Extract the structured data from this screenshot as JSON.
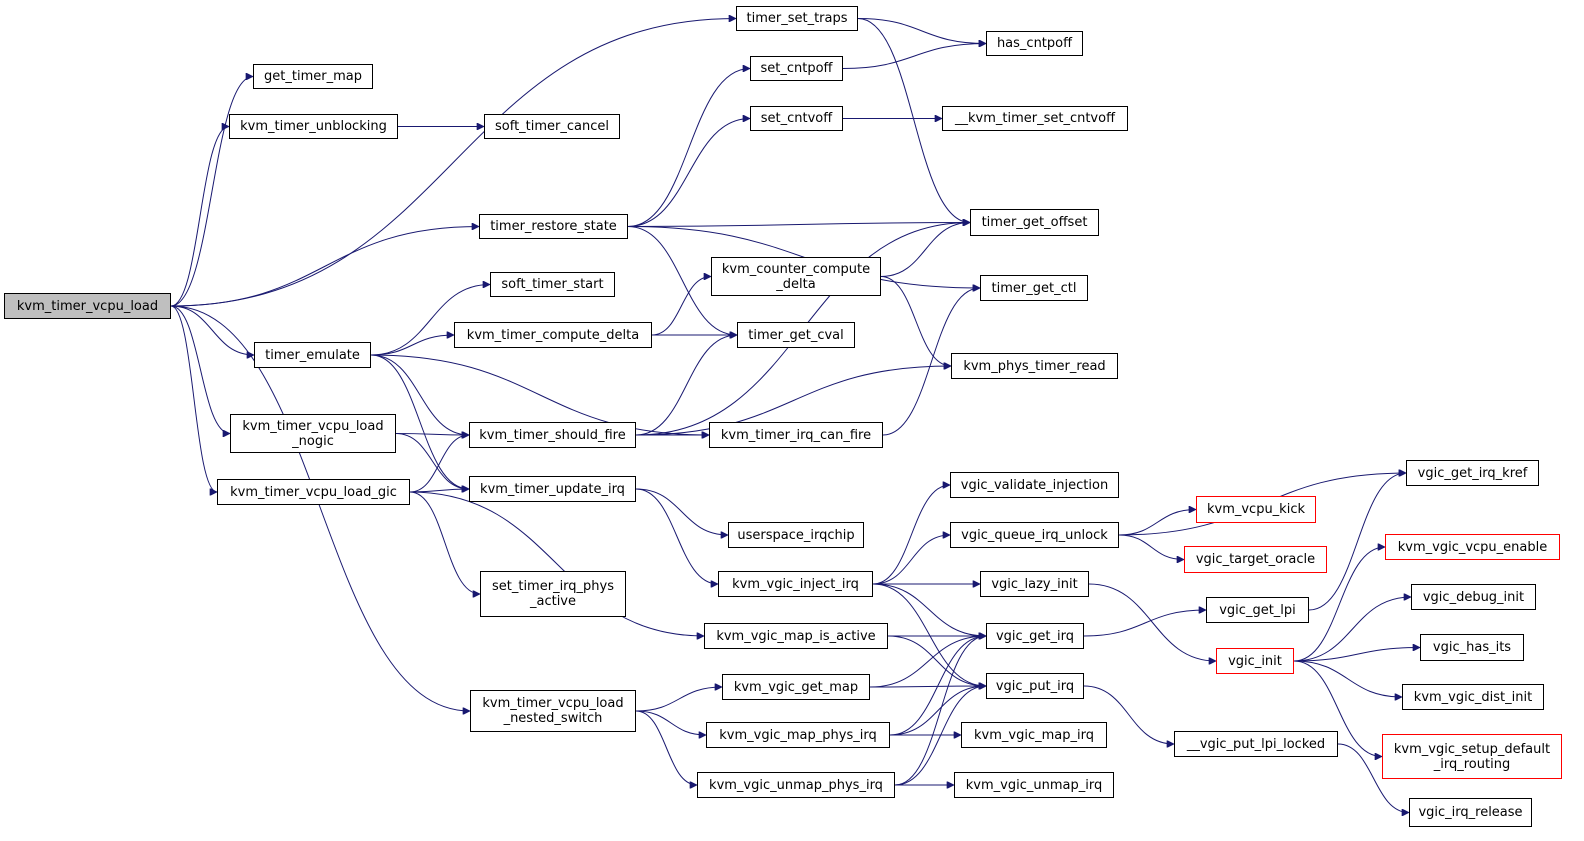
{
  "colors": {
    "edge": "#191970",
    "root_fill": "#bfbfbf",
    "truncated_border": "#ff0000",
    "node_border": "#000000"
  },
  "nodes": {
    "kvm_timer_vcpu_load": {
      "label": "kvm_timer_vcpu_load",
      "role": "root"
    },
    "get_timer_map": {
      "label": "get_timer_map"
    },
    "kvm_timer_unblocking": {
      "label": "kvm_timer_unblocking"
    },
    "soft_timer_cancel": {
      "label": "soft_timer_cancel"
    },
    "timer_set_traps": {
      "label": "timer_set_traps"
    },
    "has_cntpoff": {
      "label": "has_cntpoff"
    },
    "set_cntpoff": {
      "label": "set_cntpoff"
    },
    "set_cntvoff": {
      "label": "set_cntvoff"
    },
    "__kvm_timer_set_cntvoff": {
      "label": "__kvm_timer_set_cntvoff"
    },
    "timer_restore_state": {
      "label": "timer_restore_state"
    },
    "timer_get_offset": {
      "label": "timer_get_offset"
    },
    "kvm_counter_compute_delta": {
      "label": "kvm_counter_compute\n_delta"
    },
    "timer_get_ctl": {
      "label": "timer_get_ctl"
    },
    "soft_timer_start": {
      "label": "soft_timer_start"
    },
    "timer_emulate": {
      "label": "timer_emulate"
    },
    "kvm_timer_compute_delta": {
      "label": "kvm_timer_compute_delta"
    },
    "timer_get_cval": {
      "label": "timer_get_cval"
    },
    "kvm_phys_timer_read": {
      "label": "kvm_phys_timer_read"
    },
    "kvm_timer_vcpu_load_nogic": {
      "label": "kvm_timer_vcpu_load\n_nogic"
    },
    "kvm_timer_should_fire": {
      "label": "kvm_timer_should_fire"
    },
    "kvm_timer_irq_can_fire": {
      "label": "kvm_timer_irq_can_fire"
    },
    "kvm_timer_vcpu_load_gic": {
      "label": "kvm_timer_vcpu_load_gic"
    },
    "kvm_timer_update_irq": {
      "label": "kvm_timer_update_irq"
    },
    "vgic_validate_injection": {
      "label": "vgic_validate_injection"
    },
    "vgic_get_irq_kref": {
      "label": "vgic_get_irq_kref"
    },
    "userspace_irqchip": {
      "label": "userspace_irqchip"
    },
    "kvm_vcpu_kick": {
      "label": "kvm_vcpu_kick",
      "truncated": true
    },
    "vgic_queue_irq_unlock": {
      "label": "vgic_queue_irq_unlock"
    },
    "vgic_target_oracle": {
      "label": "vgic_target_oracle",
      "truncated": true
    },
    "kvm_vgic_vcpu_enable": {
      "label": "kvm_vgic_vcpu_enable",
      "truncated": true
    },
    "kvm_vgic_inject_irq": {
      "label": "kvm_vgic_inject_irq"
    },
    "vgic_lazy_init": {
      "label": "vgic_lazy_init"
    },
    "set_timer_irq_phys_active": {
      "label": "set_timer_irq_phys\n_active"
    },
    "vgic_debug_init": {
      "label": "vgic_debug_init"
    },
    "vgic_get_lpi": {
      "label": "vgic_get_lpi"
    },
    "kvm_vgic_map_is_active": {
      "label": "kvm_vgic_map_is_active"
    },
    "vgic_get_irq": {
      "label": "vgic_get_irq"
    },
    "vgic_has_its": {
      "label": "vgic_has_its"
    },
    "vgic_init": {
      "label": "vgic_init",
      "truncated": true
    },
    "kvm_vgic_get_map": {
      "label": "kvm_vgic_get_map"
    },
    "vgic_put_irq": {
      "label": "vgic_put_irq"
    },
    "kvm_vgic_dist_init": {
      "label": "kvm_vgic_dist_init"
    },
    "kvm_timer_vcpu_load_nested_switch": {
      "label": "kvm_timer_vcpu_load\n_nested_switch"
    },
    "kvm_vgic_map_phys_irq": {
      "label": "kvm_vgic_map_phys_irq"
    },
    "kvm_vgic_map_irq": {
      "label": "kvm_vgic_map_irq"
    },
    "__vgic_put_lpi_locked": {
      "label": "__vgic_put_lpi_locked"
    },
    "kvm_vgic_setup_default_irq_routing": {
      "label": "kvm_vgic_setup_default\n_irq_routing",
      "truncated": true
    },
    "kvm_vgic_unmap_phys_irq": {
      "label": "kvm_vgic_unmap_phys_irq"
    },
    "kvm_vgic_unmap_irq": {
      "label": "kvm_vgic_unmap_irq"
    },
    "vgic_irq_release": {
      "label": "vgic_irq_release"
    }
  },
  "edges": [
    [
      "kvm_timer_vcpu_load",
      "get_timer_map"
    ],
    [
      "kvm_timer_vcpu_load",
      "kvm_timer_unblocking"
    ],
    [
      "kvm_timer_vcpu_load",
      "timer_set_traps"
    ],
    [
      "kvm_timer_vcpu_load",
      "timer_restore_state"
    ],
    [
      "kvm_timer_vcpu_load",
      "timer_emulate"
    ],
    [
      "kvm_timer_vcpu_load",
      "kvm_timer_vcpu_load_nogic"
    ],
    [
      "kvm_timer_vcpu_load",
      "kvm_timer_vcpu_load_gic"
    ],
    [
      "kvm_timer_vcpu_load",
      "kvm_timer_vcpu_load_nested_switch"
    ],
    [
      "kvm_timer_unblocking",
      "soft_timer_cancel"
    ],
    [
      "timer_set_traps",
      "has_cntpoff"
    ],
    [
      "timer_set_traps",
      "timer_get_offset"
    ],
    [
      "set_cntpoff",
      "has_cntpoff"
    ],
    [
      "set_cntvoff",
      "__kvm_timer_set_cntvoff"
    ],
    [
      "timer_restore_state",
      "set_cntpoff"
    ],
    [
      "timer_restore_state",
      "set_cntvoff"
    ],
    [
      "timer_restore_state",
      "timer_get_offset"
    ],
    [
      "timer_restore_state",
      "timer_get_ctl"
    ],
    [
      "timer_restore_state",
      "timer_get_cval"
    ],
    [
      "kvm_counter_compute_delta",
      "timer_get_offset"
    ],
    [
      "kvm_counter_compute_delta",
      "kvm_phys_timer_read"
    ],
    [
      "timer_emulate",
      "soft_timer_start"
    ],
    [
      "timer_emulate",
      "kvm_timer_compute_delta"
    ],
    [
      "timer_emulate",
      "kvm_timer_should_fire"
    ],
    [
      "timer_emulate",
      "kvm_timer_irq_can_fire"
    ],
    [
      "timer_emulate",
      "kvm_timer_update_irq"
    ],
    [
      "kvm_timer_compute_delta",
      "kvm_counter_compute_delta"
    ],
    [
      "kvm_timer_compute_delta",
      "timer_get_cval"
    ],
    [
      "kvm_timer_vcpu_load_nogic",
      "kvm_timer_should_fire"
    ],
    [
      "kvm_timer_vcpu_load_nogic",
      "kvm_timer_update_irq"
    ],
    [
      "kvm_timer_should_fire",
      "timer_get_cval"
    ],
    [
      "kvm_timer_should_fire",
      "timer_get_offset"
    ],
    [
      "kvm_timer_should_fire",
      "kvm_timer_irq_can_fire"
    ],
    [
      "kvm_timer_should_fire",
      "kvm_phys_timer_read"
    ],
    [
      "kvm_timer_irq_can_fire",
      "timer_get_ctl"
    ],
    [
      "kvm_timer_vcpu_load_gic",
      "kvm_timer_should_fire"
    ],
    [
      "kvm_timer_vcpu_load_gic",
      "kvm_timer_update_irq"
    ],
    [
      "kvm_timer_vcpu_load_gic",
      "set_timer_irq_phys_active"
    ],
    [
      "kvm_timer_vcpu_load_gic",
      "kvm_vgic_map_is_active"
    ],
    [
      "kvm_timer_update_irq",
      "userspace_irqchip"
    ],
    [
      "kvm_timer_update_irq",
      "kvm_vgic_inject_irq"
    ],
    [
      "kvm_vgic_inject_irq",
      "vgic_validate_injection"
    ],
    [
      "kvm_vgic_inject_irq",
      "vgic_queue_irq_unlock"
    ],
    [
      "kvm_vgic_inject_irq",
      "vgic_lazy_init"
    ],
    [
      "kvm_vgic_inject_irq",
      "vgic_get_irq"
    ],
    [
      "kvm_vgic_inject_irq",
      "vgic_put_irq"
    ],
    [
      "vgic_queue_irq_unlock",
      "vgic_get_irq_kref"
    ],
    [
      "vgic_queue_irq_unlock",
      "kvm_vcpu_kick"
    ],
    [
      "vgic_queue_irq_unlock",
      "vgic_target_oracle"
    ],
    [
      "vgic_lazy_init",
      "vgic_init"
    ],
    [
      "vgic_get_irq",
      "vgic_get_lpi"
    ],
    [
      "vgic_get_lpi",
      "vgic_get_irq_kref"
    ],
    [
      "vgic_init",
      "kvm_vgic_vcpu_enable"
    ],
    [
      "vgic_init",
      "vgic_debug_init"
    ],
    [
      "vgic_init",
      "vgic_has_its"
    ],
    [
      "vgic_init",
      "kvm_vgic_dist_init"
    ],
    [
      "vgic_init",
      "kvm_vgic_setup_default_irq_routing"
    ],
    [
      "kvm_vgic_map_is_active",
      "vgic_get_irq"
    ],
    [
      "kvm_vgic_map_is_active",
      "vgic_put_irq"
    ],
    [
      "kvm_vgic_get_map",
      "vgic_get_irq"
    ],
    [
      "kvm_vgic_get_map",
      "vgic_put_irq"
    ],
    [
      "vgic_put_irq",
      "__vgic_put_lpi_locked"
    ],
    [
      "__vgic_put_lpi_locked",
      "vgic_irq_release"
    ],
    [
      "kvm_timer_vcpu_load_nested_switch",
      "kvm_vgic_get_map"
    ],
    [
      "kvm_timer_vcpu_load_nested_switch",
      "kvm_vgic_map_phys_irq"
    ],
    [
      "kvm_timer_vcpu_load_nested_switch",
      "kvm_vgic_unmap_phys_irq"
    ],
    [
      "kvm_vgic_map_phys_irq",
      "vgic_get_irq"
    ],
    [
      "kvm_vgic_map_phys_irq",
      "vgic_put_irq"
    ],
    [
      "kvm_vgic_map_phys_irq",
      "kvm_vgic_map_irq"
    ],
    [
      "kvm_vgic_unmap_phys_irq",
      "vgic_get_irq"
    ],
    [
      "kvm_vgic_unmap_phys_irq",
      "vgic_put_irq"
    ],
    [
      "kvm_vgic_unmap_phys_irq",
      "kvm_vgic_unmap_irq"
    ]
  ]
}
